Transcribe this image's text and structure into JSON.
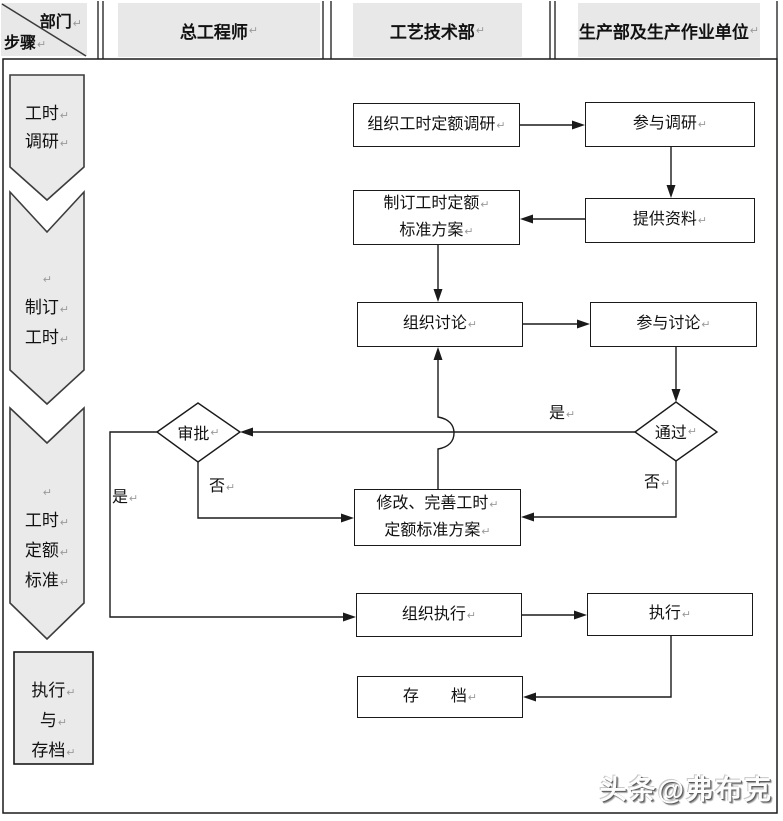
{
  "colors": {
    "header_fill": "#e8e8e8",
    "shape_fill": "#eaeaea",
    "line": "#1a1a1a",
    "mark_gray": "#9a9a9a"
  },
  "marks": {
    "para": "↵"
  },
  "header": {
    "corner": {
      "top": "部门",
      "bottom": "步骤"
    },
    "columns": [
      "总工程师",
      "工艺技术部",
      "生产部及生产作业单位"
    ]
  },
  "steps": [
    {
      "name": "工时调研",
      "lines": [
        "工时",
        "调研"
      ]
    },
    {
      "name": "制订工时",
      "lines": [
        "",
        "制订",
        "工时"
      ]
    },
    {
      "name": "工时定额标准",
      "lines": [
        "",
        "工时",
        "定额",
        "标准"
      ]
    },
    {
      "name": "执行与存档",
      "lines": [
        "执行",
        "与",
        "存档"
      ]
    }
  ],
  "flow": {
    "boxes": {
      "organize_research": "组织工时定额调研",
      "participate_research": "参与调研",
      "formulate_plan_l1": "制订工时定额",
      "formulate_plan_l2": "标准方案",
      "provide_materials": "提供资料",
      "organize_discussion": "组织讨论",
      "participate_discussion": "参与讨论",
      "modify_plan_l1": "修改、完善工时",
      "modify_plan_l2": "定额标准方案",
      "organize_execution": "组织执行",
      "execute": "执行",
      "archive": "存　　档"
    },
    "decisions": {
      "approval": "审批",
      "pass": "通过"
    },
    "labels": {
      "pass_yes": "是",
      "pass_no": "否",
      "approval_no": "否",
      "approval_yes": "是"
    }
  },
  "watermark": "头条@弗布克"
}
